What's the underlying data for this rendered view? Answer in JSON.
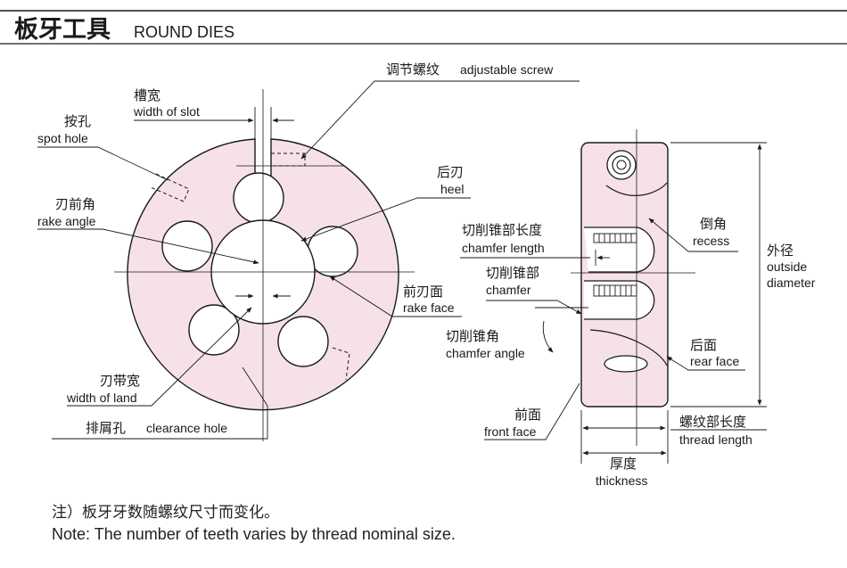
{
  "header": {
    "title_cn": "板牙工具",
    "title_en": "ROUND DIES"
  },
  "labels": {
    "adjustable_screw": {
      "cn": "调节螺纹",
      "en": "adjustable screw"
    },
    "width_of_slot": {
      "cn": "槽宽",
      "en": "width of slot"
    },
    "spot_hole": {
      "cn": "按孔",
      "en": "spot hole"
    },
    "heel": {
      "cn": "后刃",
      "en": "heel"
    },
    "rake_angle": {
      "cn": "刃前角",
      "en": "rake angle"
    },
    "rake_face": {
      "cn": "前刃面",
      "en": "rake face"
    },
    "width_of_land": {
      "cn": "刃带宽",
      "en": "width of land"
    },
    "clearance_hole": {
      "cn": "排屑孔",
      "en": "clearance hole"
    },
    "chamfer_length": {
      "cn": "切削锥部长度",
      "en": "chamfer length"
    },
    "chamfer": {
      "cn": "切削锥部",
      "en": "chamfer"
    },
    "chamfer_angle": {
      "cn": "切削锥角",
      "en": "chamfer angle"
    },
    "front_face": {
      "cn": "前面",
      "en": "front face"
    },
    "recess": {
      "cn": "倒角",
      "en": "recess"
    },
    "outside_diameter": {
      "cn": "外径",
      "en1": "outside",
      "en2": "diameter"
    },
    "rear_face": {
      "cn": "后面",
      "en": "rear face"
    },
    "thread_length": {
      "cn": "螺纹部长度",
      "en": "thread length"
    },
    "thickness": {
      "cn": "厚度",
      "en": "thickness"
    }
  },
  "notes": {
    "cn": "注）板牙牙数随螺纹尺寸而变化。",
    "en": "Note: The number of teeth varies by thread nominal size."
  },
  "colors": {
    "die_fill": "#f6e1ea",
    "line": "#1a1a1a",
    "text": "#1a1a1a"
  }
}
